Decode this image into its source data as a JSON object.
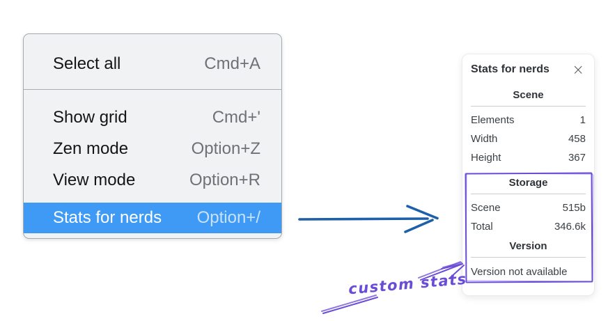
{
  "menu": {
    "items": [
      {
        "label": "Select all",
        "shortcut": "Cmd+A",
        "highlighted": false
      },
      {
        "label": "Show grid",
        "shortcut": "Cmd+'",
        "highlighted": false
      },
      {
        "label": "Zen mode",
        "shortcut": "Option+Z",
        "highlighted": false
      },
      {
        "label": "View mode",
        "shortcut": "Option+R",
        "highlighted": false
      },
      {
        "label": "Stats for nerds",
        "shortcut": "Option+/",
        "highlighted": true
      }
    ]
  },
  "stats_panel": {
    "title": "Stats for nerds",
    "close_icon": "×",
    "sections": [
      {
        "heading": "Scene",
        "rows": [
          {
            "label": "Elements",
            "value": "1"
          },
          {
            "label": "Width",
            "value": "458"
          },
          {
            "label": "Height",
            "value": "367"
          }
        ]
      },
      {
        "heading": "Storage",
        "rows": [
          {
            "label": "Scene",
            "value": "515b"
          },
          {
            "label": "Total",
            "value": "346.6k"
          }
        ]
      },
      {
        "heading": "Version",
        "note": "Version not available"
      }
    ]
  },
  "annotation": {
    "label": "custom stats"
  },
  "colors": {
    "menu_highlight": "#3f9af6",
    "menu_background": "#f1f2f3",
    "pointer_arrow_blue": "#1d5fa9",
    "annotation_purple": "#6a4cd6"
  }
}
